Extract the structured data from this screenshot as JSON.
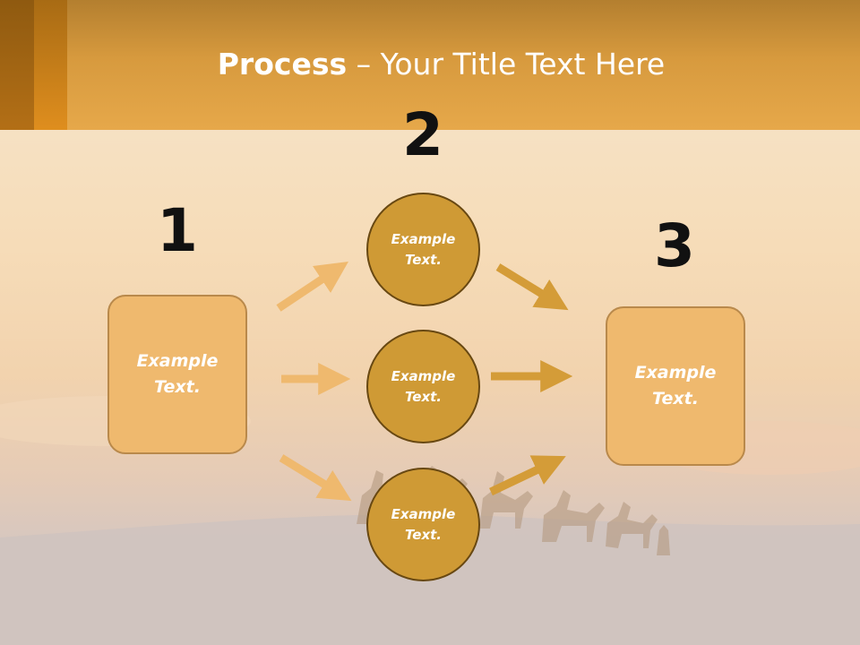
{
  "slide": {
    "title_bold": "Process",
    "title_separator": " – ",
    "title_rest": "Your Title Text Here",
    "colors": {
      "header": "#e6a84a",
      "box_fill": "#efb96e",
      "circle_fill": "#cf9a35",
      "arrow_light": "#efb96e",
      "arrow_dark": "#d49c38"
    }
  },
  "steps": [
    {
      "number": "1",
      "text_line1": "Example",
      "text_line2": "Text."
    },
    {
      "number": "2",
      "text_line1": "Example",
      "text_line2": "Text."
    },
    {
      "number": "3",
      "text_line1": "Example",
      "text_line2": "Text."
    }
  ],
  "circles": [
    {
      "text_line1": "Example",
      "text_line2": "Text."
    },
    {
      "text_line1": "Example",
      "text_line2": "Text."
    },
    {
      "text_line1": "Example",
      "text_line2": "Text."
    }
  ]
}
